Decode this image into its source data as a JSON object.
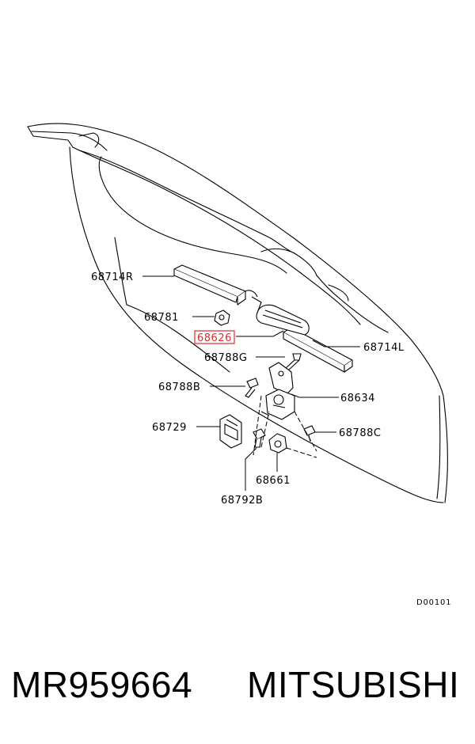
{
  "diagram": {
    "callouts": [
      {
        "label": "68714R"
      },
      {
        "label": "68781"
      },
      {
        "label": "68626"
      },
      {
        "label": "68714L"
      },
      {
        "label": "68788G"
      },
      {
        "label": "68788B"
      },
      {
        "label": "68634"
      },
      {
        "label": "68729"
      },
      {
        "label": "68788C"
      },
      {
        "label": "68661"
      },
      {
        "label": "68792B"
      }
    ],
    "highlighted_label": "68626",
    "highlight_color": "#e0282d",
    "drawing_code": "D00101"
  },
  "caption": {
    "part_number": "MR959664",
    "brand": "MITSUBISHI"
  }
}
